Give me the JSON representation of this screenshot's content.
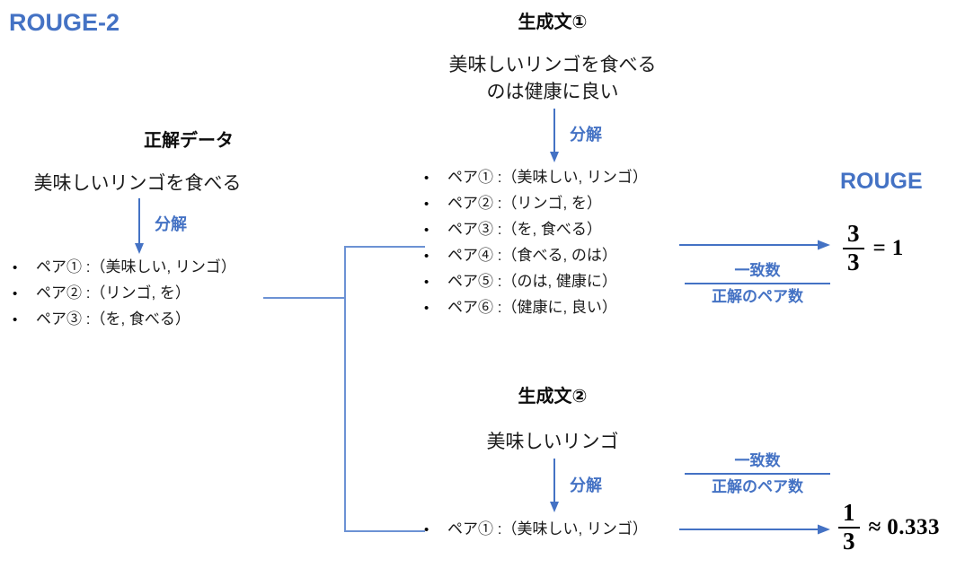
{
  "slide": {
    "title": "ROUGE-2",
    "accent_color": "#4472C4",
    "line_color": "#6C92D4",
    "background": "#FFFFFF"
  },
  "reference": {
    "heading": "正解データ",
    "sentence": "美味しいリンゴを食べる",
    "decompose_label": "分解",
    "pairs": [
      "ペア① :（美味しい, リンゴ）",
      "ペア② :（リンゴ, を）",
      "ペア③ :（を, 食べる）"
    ]
  },
  "candidate1": {
    "heading": "生成文①",
    "sentence_line1": "美味しいリンゴを食べる",
    "sentence_line2": "のは健康に良い",
    "decompose_label": "分解",
    "pairs": [
      "ペア① :（美味しい, リンゴ）",
      "ペア② :（リンゴ, を）",
      "ペア③ :（を, 食べる）",
      "ペア④ :（食べる, のは）",
      "ペア⑤ :（のは, 健康に）",
      "ペア⑥ :（健康に, 良い）"
    ],
    "formula": {
      "numerator_label": "一致数",
      "denominator_label": "正解のペア数"
    },
    "result": {
      "numerator": "3",
      "denominator": "3",
      "relation": "=",
      "value": "1"
    }
  },
  "candidate2": {
    "heading": "生成文②",
    "sentence_line1": "美味しいリンゴ",
    "decompose_label": "分解",
    "pairs": [
      "ペア① :（美味しい, リンゴ）"
    ],
    "formula": {
      "numerator_label": "一致数",
      "denominator_label": "正解のペア数"
    },
    "result": {
      "numerator": "1",
      "denominator": "3",
      "relation": "≈",
      "value": "0.333"
    }
  },
  "rouge": {
    "label": "ROUGE"
  },
  "bullet_glyph": "•"
}
